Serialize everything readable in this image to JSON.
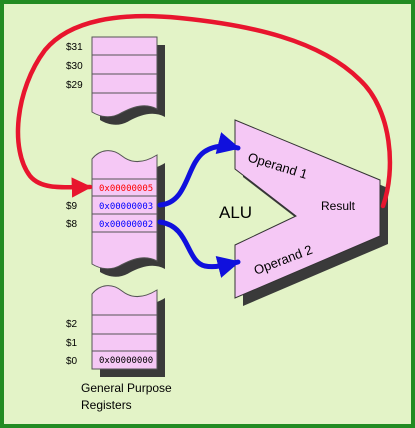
{
  "colors": {
    "border": "#228b22",
    "background": "#e3f3c7",
    "register_fill": "#f5c8f5",
    "alu_fill": "#f5c8f5",
    "shadow": "#3a3a3a",
    "feedback_arrow": "#e8152e",
    "operand_arrows": "#1010dd",
    "highlight_text": "#ff0000",
    "value_text": "#0000ff"
  },
  "registers": {
    "top_block": {
      "labels": [
        "$31",
        "$30",
        "$29"
      ]
    },
    "middle_block": {
      "values": [
        "0x00000005",
        "0x00000003",
        "0x00000002"
      ],
      "labels": [
        "",
        "$9",
        "$8"
      ]
    },
    "bottom_block": {
      "labels": [
        "$2",
        "$1",
        "$0"
      ],
      "values": [
        "",
        "",
        "0x00000000"
      ]
    },
    "caption_line1": "General Purpose",
    "caption_line2": "Registers"
  },
  "alu": {
    "title": "ALU",
    "operand1": "Operand  1",
    "operand2": "Operand  2",
    "result": "Result"
  }
}
